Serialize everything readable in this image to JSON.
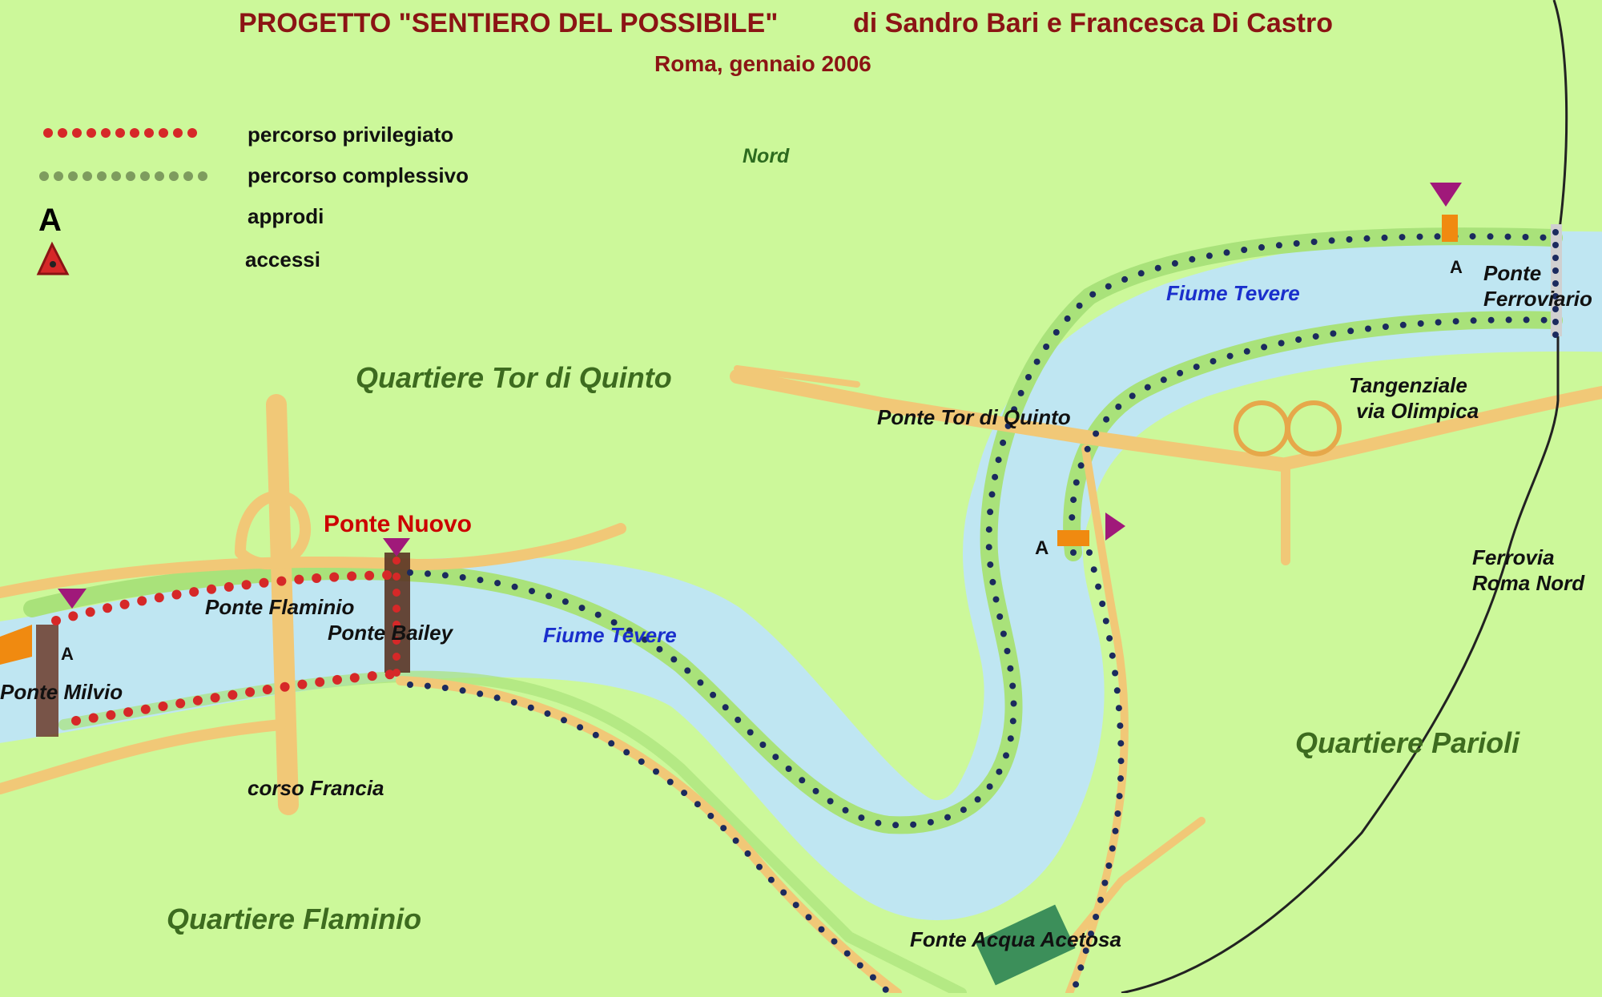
{
  "header": {
    "title": "PROGETTO \"SENTIERO DEL POSSIBILE\"",
    "authors": "di Sandro Bari e Francesca Di Castro",
    "subtitle": "Roma, gennaio 2006"
  },
  "legend": {
    "items": [
      {
        "symbol": "red-dotted-line",
        "label": "percorso privilegiato"
      },
      {
        "symbol": "green-dotted-line",
        "label": "percorso complessivo"
      },
      {
        "symbol": "A",
        "label": "approdi"
      },
      {
        "symbol": "red-triangle",
        "label": "accessi"
      }
    ]
  },
  "compass": {
    "label": "Nord"
  },
  "districts": {
    "tor_di_quinto": "Quartiere Tor di Quinto",
    "flaminio": "Quartiere Flaminio",
    "parioli": "Quartiere  Parioli"
  },
  "river_labels": {
    "upper": "Fiume Tevere",
    "lower": "Fiume Tevere"
  },
  "places": {
    "ponte_nuovo": "Ponte Nuovo",
    "ponte_flaminio": "Ponte  Flaminio",
    "ponte_bailey": "Ponte     Bailey",
    "ponte_milvio": "Ponte Milvio",
    "corso_francia": "corso Francia",
    "ponte_tor_di_quinto": "Ponte Tor di Quinto",
    "tangenziale_line1": "Tangenziale",
    "tangenziale_line2": "via Olimpica",
    "ponte_ferroviario_line1": "Ponte",
    "ponte_ferroviario_line2": "Ferroviario",
    "ferrovia_line1": "Ferrovia",
    "ferrovia_line2": "Roma Nord",
    "fonte_acqua_acetosa": "Fonte Acqua Acetosa"
  },
  "markers": {
    "approdo_letter": "A"
  },
  "colors": {
    "background": "#ccf89a",
    "river": "#bfe6f2",
    "bank_path": "#a9e27a",
    "road": "#f1c877",
    "privileged_path": "#d62828",
    "overall_path": "#1b2a5e",
    "access_marker": "#a0197a",
    "landing_marker": "#f08a10"
  }
}
